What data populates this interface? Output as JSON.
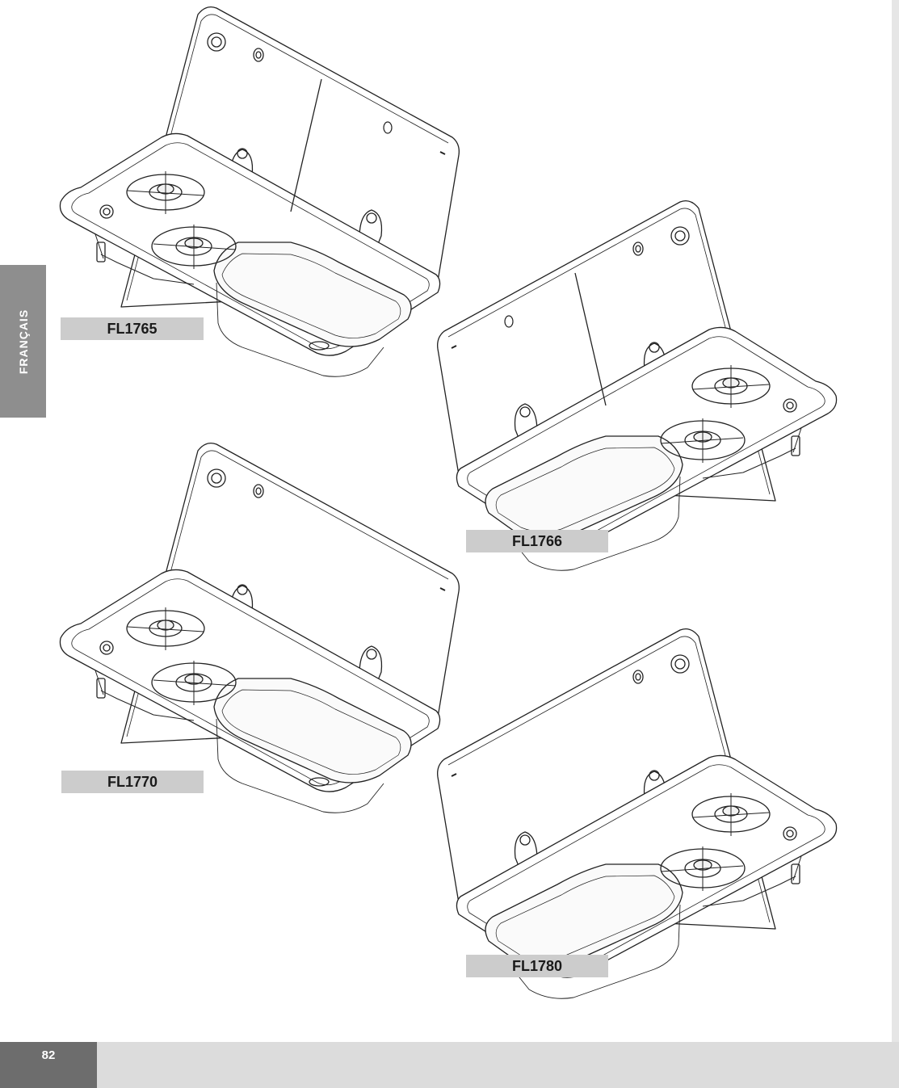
{
  "side_tab": {
    "language": "FRANÇAIS"
  },
  "products": [
    {
      "model": "FL1765",
      "burners": 2,
      "sink_side": "right",
      "lid_panels": 2
    },
    {
      "model": "FL1766",
      "burners": 2,
      "sink_side": "left",
      "lid_panels": 2
    },
    {
      "model": "FL1770",
      "burners": 2,
      "sink_side": "right",
      "lid_panels": 1
    },
    {
      "model": "FL1780",
      "burners": 2,
      "sink_side": "left",
      "lid_panels": 1
    }
  ],
  "footer": {
    "page_number": "82"
  },
  "colors": {
    "side_tab": "#8e8e8e",
    "label_bg": "#cccccc",
    "footer_bar": "#dcdcdc",
    "page_num_bg": "#6d6d6d"
  }
}
